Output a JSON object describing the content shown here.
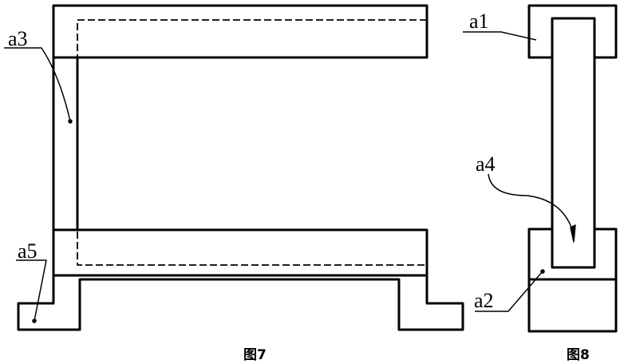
{
  "figures": [
    {
      "caption": "图7",
      "labels": {
        "a3": "a3",
        "a5": "a5"
      }
    },
    {
      "caption": "图8",
      "labels": {
        "a1": "a1",
        "a2": "a2",
        "a4": "a4"
      }
    }
  ]
}
